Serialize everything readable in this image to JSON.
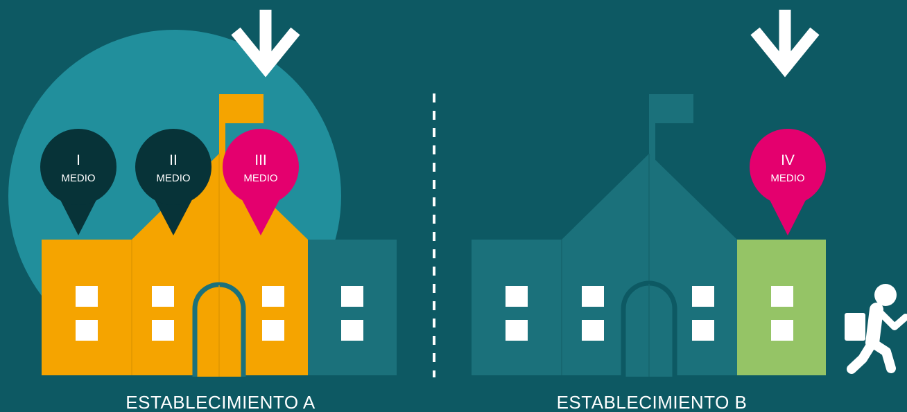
{
  "colors": {
    "background": "#0d5963",
    "highlight_circle": "#218f9c",
    "building_active": "#f5a400",
    "building_inactive": "#1b717b",
    "building_green": "#95c466",
    "pin_dark": "#073338",
    "pin_magenta": "#e4006e",
    "white": "#ffffff"
  },
  "icons": {
    "arrow_a": "arrow-down-icon",
    "arrow_b": "arrow-down-icon",
    "walker": "person-walking-with-briefcase-icon"
  },
  "school_a": {
    "label": "ESTABLECIMIENTO A",
    "pins": [
      {
        "num": "I",
        "sub": "MEDIO"
      },
      {
        "num": "II",
        "sub": "MEDIO"
      },
      {
        "num": "III",
        "sub": "MEDIO"
      }
    ]
  },
  "school_b": {
    "label": "ESTABLECIMIENTO B",
    "pins": [
      {
        "num": "IV",
        "sub": "MEDIO"
      }
    ]
  }
}
